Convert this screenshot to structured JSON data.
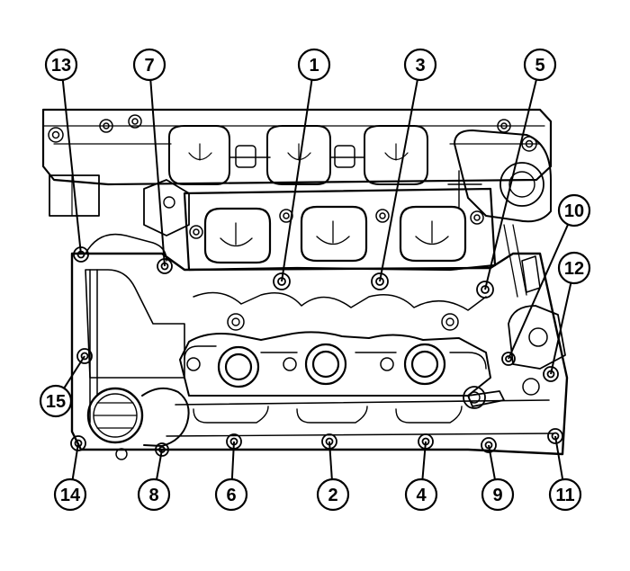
{
  "diagram": {
    "callouts": [
      {
        "id": "13",
        "label": "13"
      },
      {
        "id": "7",
        "label": "7"
      },
      {
        "id": "1",
        "label": "1"
      },
      {
        "id": "3",
        "label": "3"
      },
      {
        "id": "5",
        "label": "5"
      },
      {
        "id": "10",
        "label": "10"
      },
      {
        "id": "12",
        "label": "12"
      },
      {
        "id": "15",
        "label": "15"
      },
      {
        "id": "14",
        "label": "14"
      },
      {
        "id": "8",
        "label": "8"
      },
      {
        "id": "6",
        "label": "6"
      },
      {
        "id": "2",
        "label": "2"
      },
      {
        "id": "4",
        "label": "4"
      },
      {
        "id": "9",
        "label": "9"
      },
      {
        "id": "11",
        "label": "11"
      }
    ]
  }
}
